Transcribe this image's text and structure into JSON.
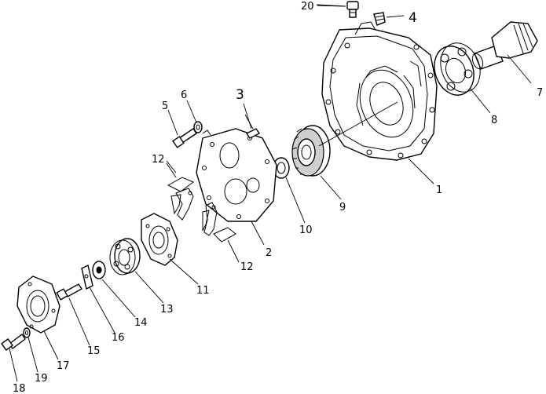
{
  "callouts": [
    {
      "id": "1",
      "text": "1"
    },
    {
      "id": "2",
      "text": "2"
    },
    {
      "id": "3",
      "text": "3"
    },
    {
      "id": "4",
      "text": "4"
    },
    {
      "id": "5",
      "text": "5"
    },
    {
      "id": "6",
      "text": "6"
    },
    {
      "id": "7",
      "text": "7"
    },
    {
      "id": "8",
      "text": "8"
    },
    {
      "id": "9",
      "text": "9"
    },
    {
      "id": "10",
      "text": "10"
    },
    {
      "id": "11",
      "text": "11"
    },
    {
      "id": "12a",
      "text": "12"
    },
    {
      "id": "12b",
      "text": "12"
    },
    {
      "id": "13",
      "text": "13"
    },
    {
      "id": "14",
      "text": "14"
    },
    {
      "id": "15",
      "text": "15"
    },
    {
      "id": "16",
      "text": "16"
    },
    {
      "id": "17",
      "text": "17"
    },
    {
      "id": "18",
      "text": "18"
    },
    {
      "id": "19",
      "text": "19"
    },
    {
      "id": "20",
      "text": "20"
    }
  ]
}
